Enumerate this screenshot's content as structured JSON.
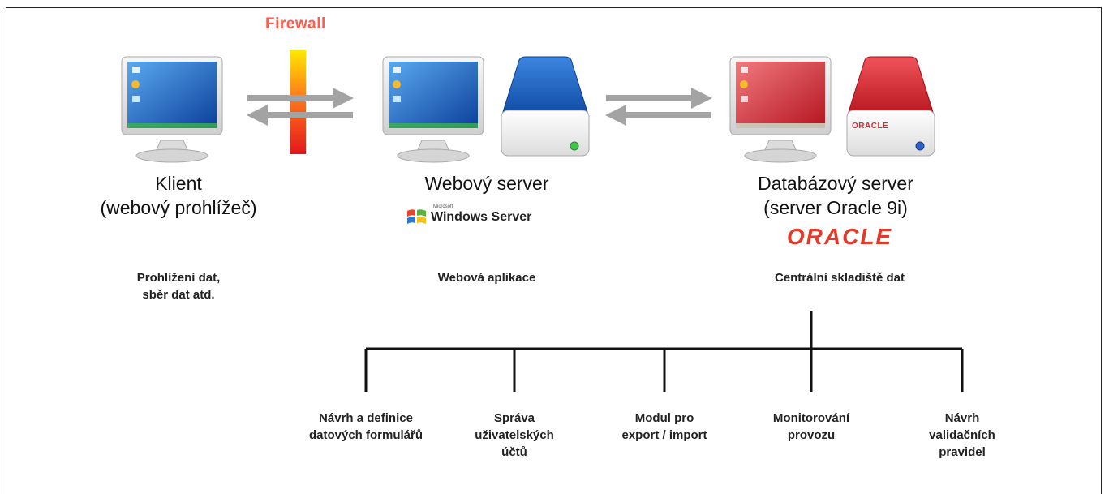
{
  "firewall": {
    "label": "Firewall"
  },
  "client": {
    "title_line1": "Klient",
    "title_line2": "(webový prohlížeč)",
    "desc_line1": "Prohlížení dat,",
    "desc_line2": "sběr dat atd."
  },
  "web_server": {
    "title": "Webový server",
    "logo_small": "Microsoft",
    "logo_text": "Windows Server",
    "desc": "Webová aplikace"
  },
  "db_server": {
    "title_line1": "Databázový server",
    "title_line2": "(server Oracle 9i)",
    "logo_text": "ORACLE",
    "drive_label": "ORACLE",
    "desc": "Centrální skladiště dat"
  },
  "modules": [
    {
      "lines": [
        "Návrh a definice",
        "datových formulářů"
      ]
    },
    {
      "lines": [
        "Správa",
        "uživatelských",
        "účtů"
      ]
    },
    {
      "lines": [
        "Modul pro",
        "export / import"
      ]
    },
    {
      "lines": [
        "Monitorování",
        "provozu"
      ]
    },
    {
      "lines": [
        "Návrh",
        "validačních",
        "pravidel"
      ]
    }
  ],
  "colors": {
    "monitor_blue": "#1f63c4",
    "monitor_red": "#d8323a",
    "drive_blue": "#1d5fb8",
    "drive_red": "#d42b33",
    "arrow_gray": "#9b9b9b",
    "firewall_red": "#e8261d",
    "firewall_yellow": "#ffe000"
  }
}
